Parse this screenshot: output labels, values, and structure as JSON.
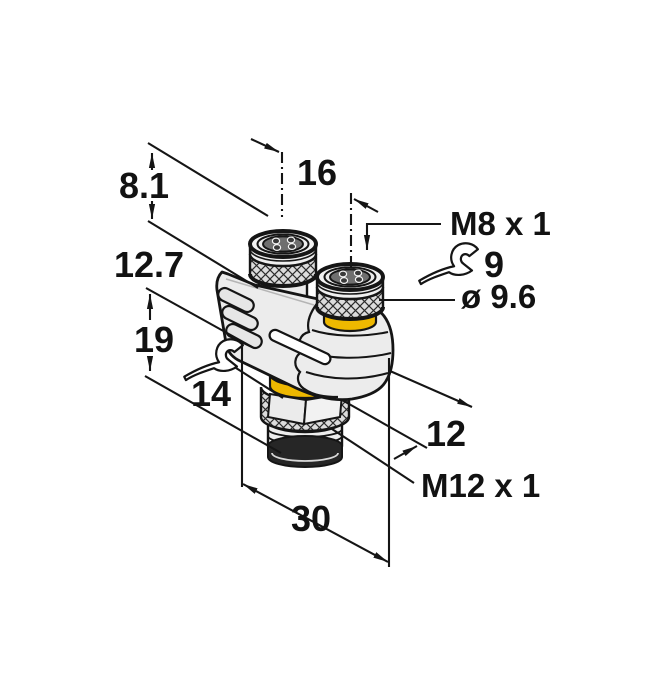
{
  "drawing": {
    "labels": {
      "dim_8_1": "8.1",
      "dim_12_7": "12.7",
      "dim_19": "19",
      "wrench_size_m12": "14",
      "dim_16": "16",
      "thread_m8": "M8 x 1",
      "wrench_size_m8": "9",
      "diameter_9_6": "ø 9.6",
      "dim_12": "12",
      "thread_m12": "M12 x 1",
      "dim_30": "30"
    },
    "icons": {
      "wrench_icon": "open-end spanner symbol (indicates wrench size)"
    },
    "colors": {
      "line": "#151515",
      "body_fill": "#ececec",
      "socket_fill": "#6f6f6f",
      "seal_yellow": "#eeb800",
      "background": "#ffffff"
    }
  }
}
